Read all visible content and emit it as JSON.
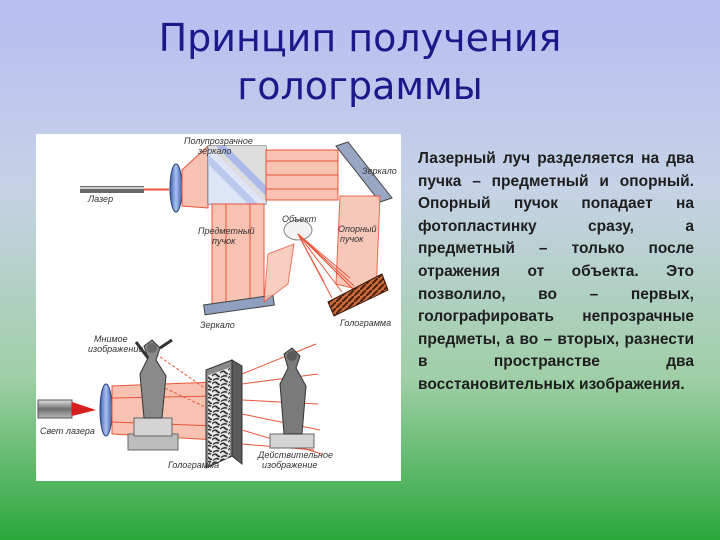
{
  "slide": {
    "title_line1": "Принцип получения",
    "title_line2": "голограммы",
    "body": "Лазерный луч разделяется на два пучка – предметный и опорный. Опорный пучок попадает на фотопластинку сразу, а предметный – только после отражения от объекта. Это позволило, во – первых, голографировать непрозрачные предметы, а во – вторых, разнести в пространстве два восстановительных изображения."
  },
  "figure": {
    "top_labels": {
      "semi_mirror_1": "Полупрозрачное",
      "semi_mirror_2": "зеркало",
      "mirror_right": "Зеркало",
      "laser": "Лазер",
      "object": "Объект",
      "object_beam_1": "Предметный",
      "object_beam_2": "пучок",
      "ref_beam_1": "Опорный",
      "ref_beam_2": "пучок",
      "mirror_bottom": "Зеркало",
      "hologram": "Голограмма"
    },
    "bottom_labels": {
      "virtual_1": "Мнимое",
      "virtual_2": "изображение",
      "laser_light": "Свет лазера",
      "hologram": "Голограмма",
      "real_1": "Действительное",
      "real_2": "изображение"
    }
  },
  "colors": {
    "title": "#1a1a8a",
    "beam": "#e9553a",
    "beam_fill": "#f7c2b2"
  }
}
